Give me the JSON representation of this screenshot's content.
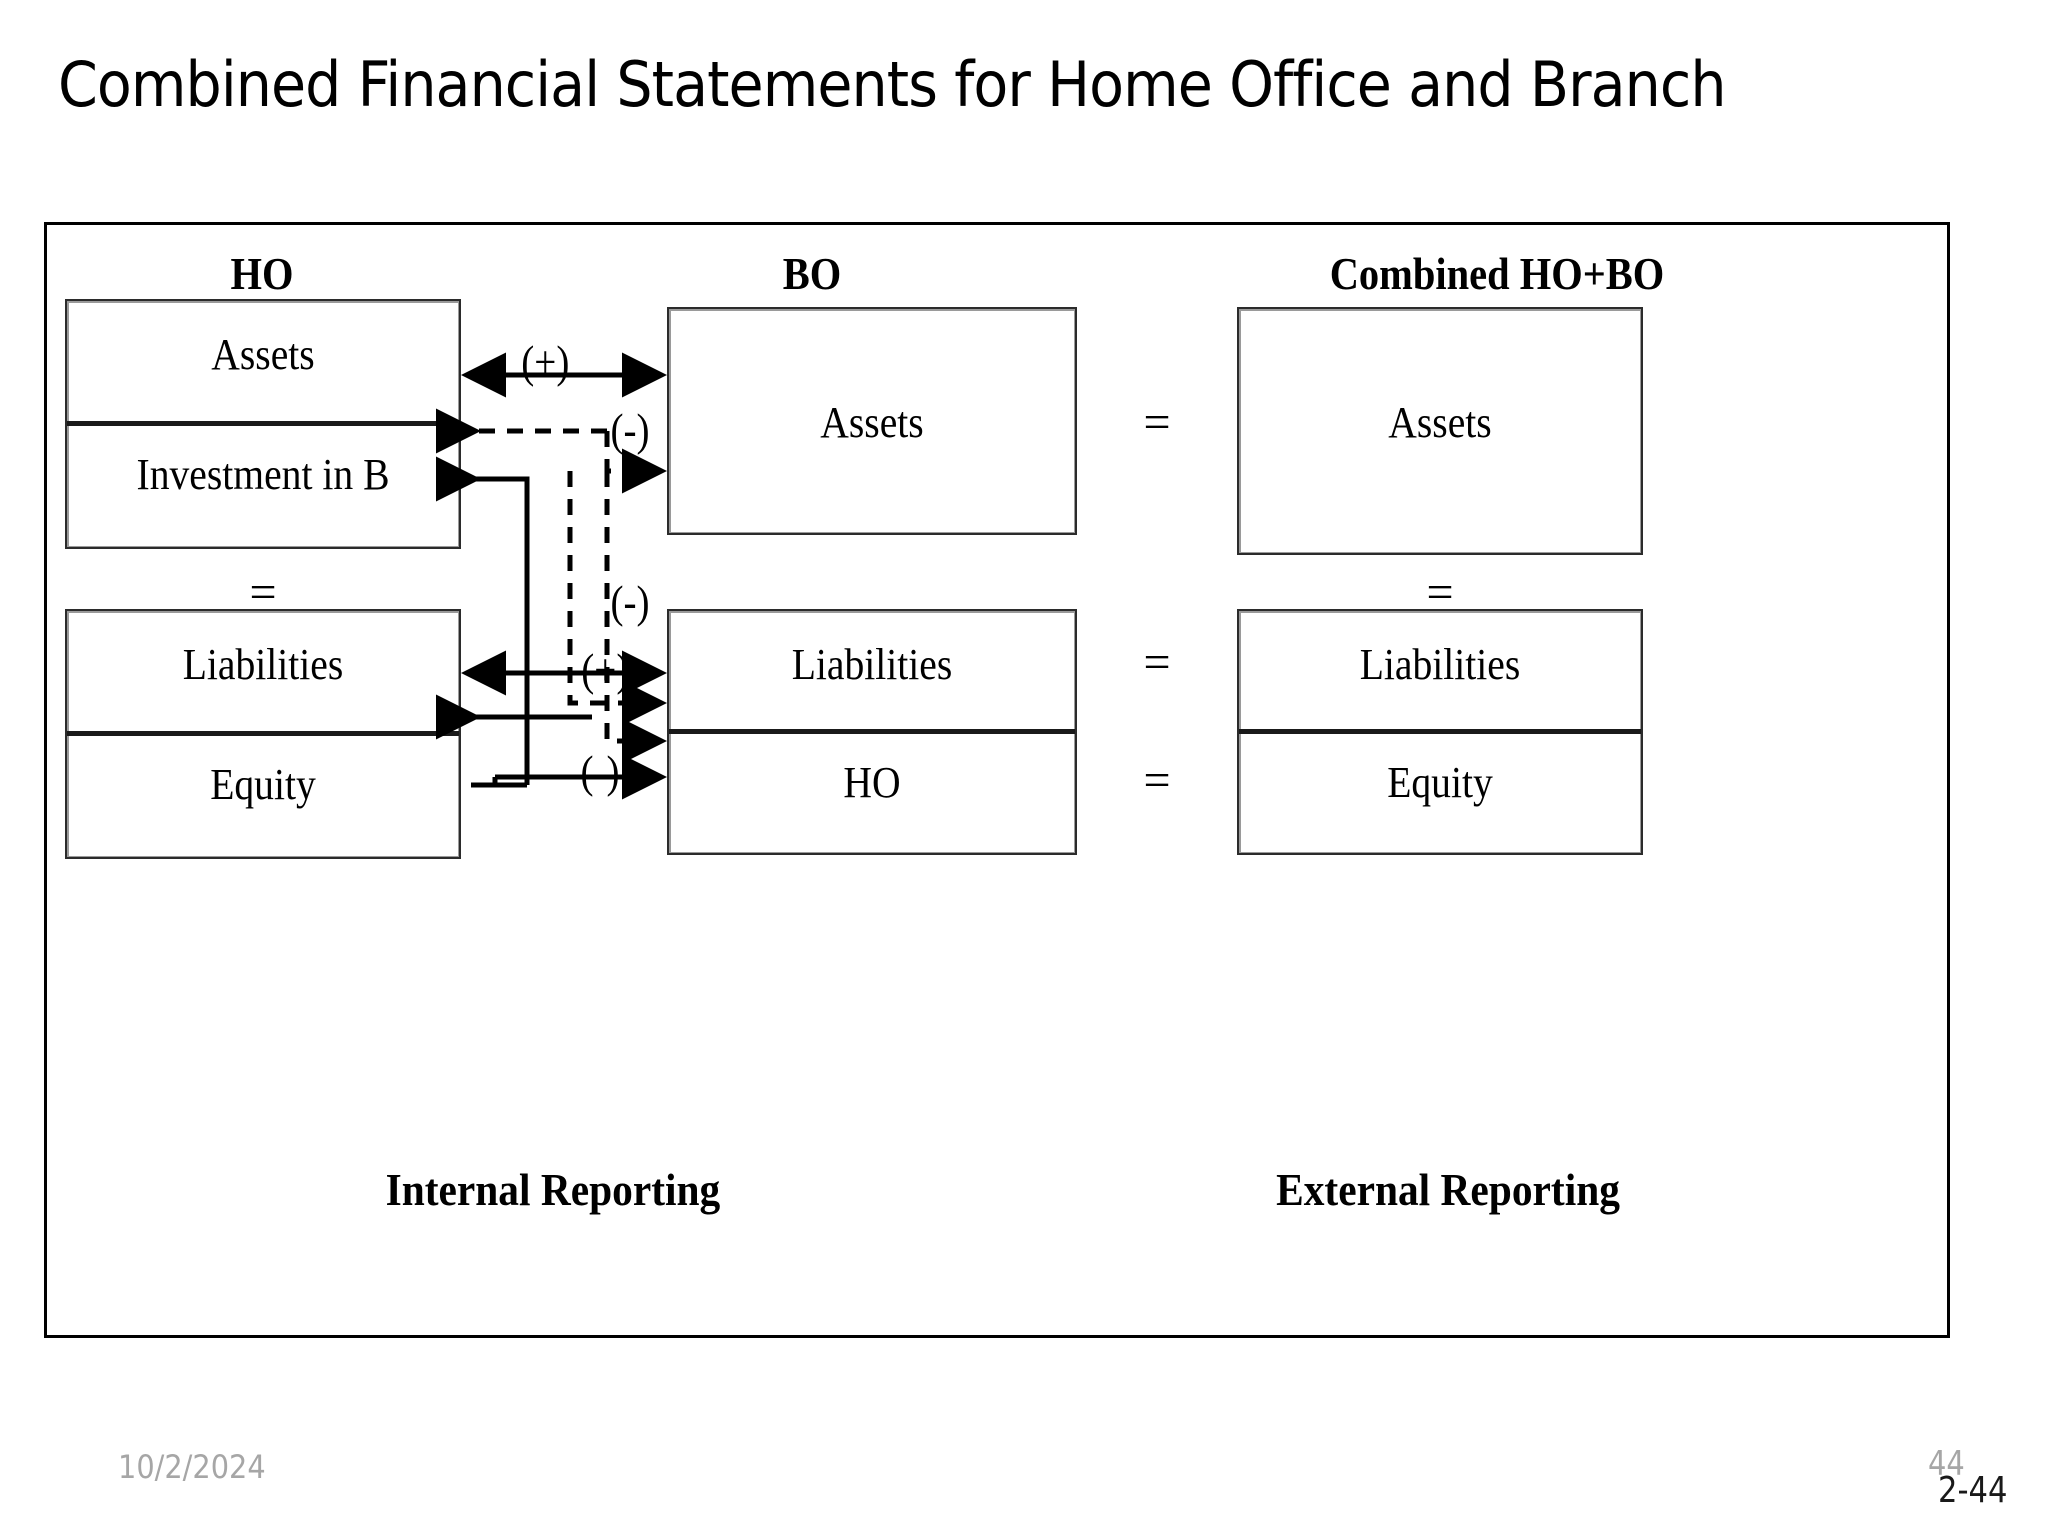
{
  "slide": {
    "title": "Combined Financial Statements for Home Office and Branch"
  },
  "diagram": {
    "headers": {
      "ho": "HO",
      "bo": "BO",
      "combined": "Combined HO+BO"
    },
    "ho_column": {
      "assets_label": "Assets",
      "investment_label": "Investment in B",
      "equals_label": "=",
      "liabilities_label": "Liabilities",
      "equity_label": "Equity"
    },
    "bo_column": {
      "assets_label": "Assets",
      "liabilities_label": "Liabilities",
      "ho_label": "HO"
    },
    "combined_column": {
      "assets_label": "Assets",
      "equals_label": "=",
      "liabilities_label": "Liabilities",
      "equity_label": "Equity"
    },
    "equals_signs": {
      "assets_row": "=",
      "liabilities_row": "=",
      "equity_row": "="
    },
    "annotations": {
      "assets_plus": "(+)",
      "assets_minus": "(-)",
      "liabilities_minus": "(-)",
      "liabilities_plus": "(+)",
      "equity_minus": "(-)"
    },
    "captions": {
      "internal": "Internal Reporting",
      "external": "External Reporting"
    }
  },
  "footer": {
    "date": "10/2/2024",
    "page_number_gray": "44",
    "page_number_black": "2-44"
  },
  "colors": {
    "text": "#000000",
    "box_border": "#2b2b2b",
    "frame": "#000000",
    "footer_muted": "#a6a6a6"
  }
}
